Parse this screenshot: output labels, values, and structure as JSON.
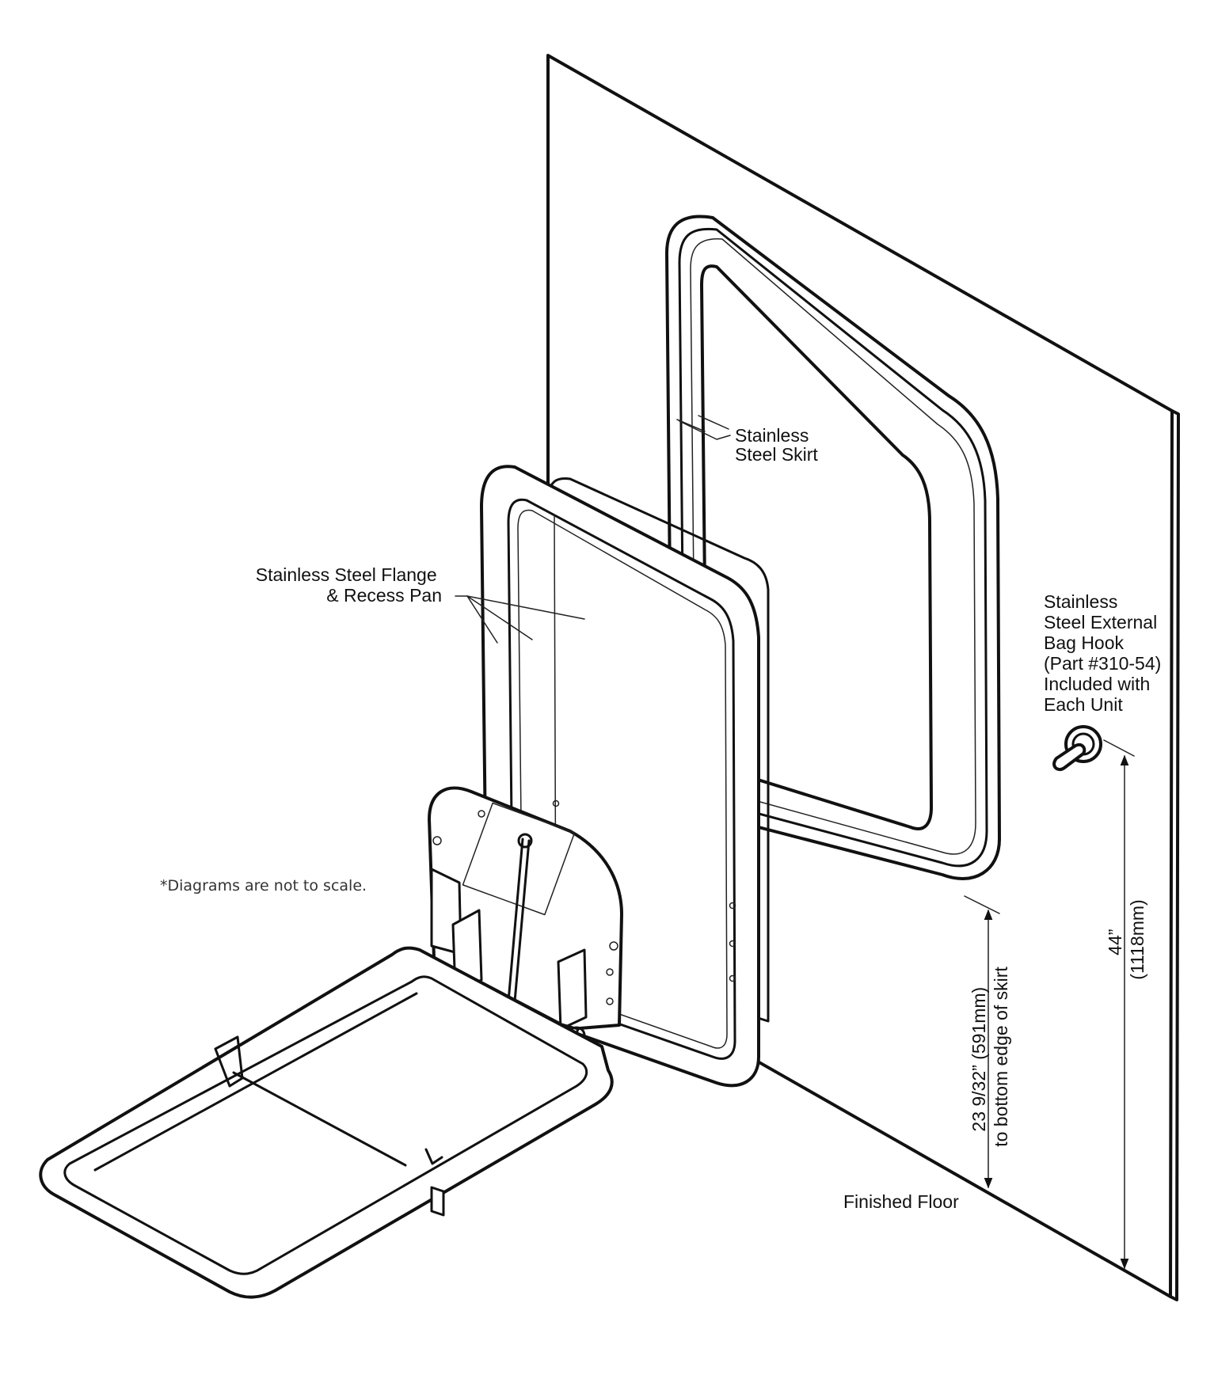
{
  "labels": {
    "skirt": [
      "Stainless",
      "Steel Skirt"
    ],
    "flange": [
      "Stainless Steel Flange",
      "& Recess Pan"
    ],
    "hook": [
      "Stainless",
      "Steel External",
      "Bag Hook",
      "(Part #310-54)",
      "Included with",
      "Each Unit"
    ],
    "floor": "Finished Floor",
    "note": "*Diagrams are not to scale."
  },
  "dimensions": {
    "skirt_height": [
      "23 9/32” (591mm)",
      "to bottom edge of skirt"
    ],
    "hook_height": [
      "44”",
      "(1118mm)"
    ]
  }
}
